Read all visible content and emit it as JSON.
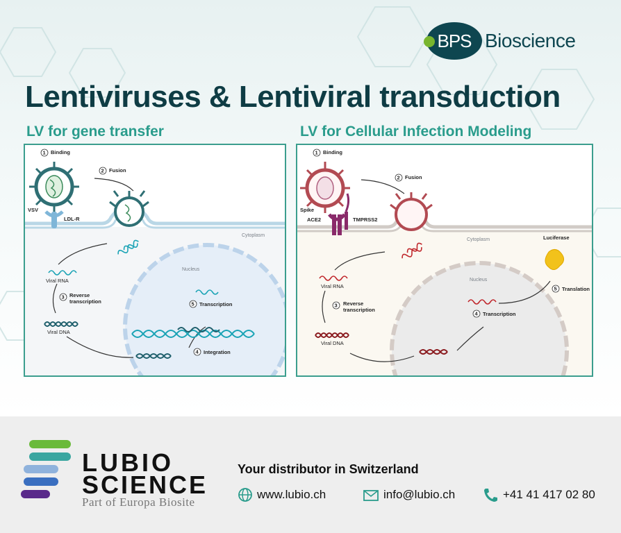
{
  "brand": {
    "bps_mark": "BPS",
    "bps_word": "Bioscience"
  },
  "title": "Lentiviruses & Lentiviral transduction",
  "panels": [
    {
      "heading": "LV for gene transfer",
      "labels": {
        "binding": "Binding",
        "fusion": "Fusion",
        "vsv": "VSV",
        "receptor": "LDL-R",
        "cytoplasm": "Cytoplasm",
        "nucleus": "Nucleus",
        "viral_rna": "Viral RNA",
        "reverse_1": "Reverse",
        "reverse_2": "transcription",
        "viral_dna": "Viral DNA",
        "transcription": "Transcription",
        "integration": "Integration"
      },
      "steps": [
        "1",
        "2",
        "3",
        "4",
        "5"
      ]
    },
    {
      "heading": "LV for Cellular Infection Modeling",
      "labels": {
        "binding": "Binding",
        "fusion": "Fusion",
        "spike": "Spike",
        "ace2": "ACE2",
        "tmprss2": "TMPRSS2",
        "cytoplasm": "Cytoplasm",
        "nucleus": "Nucleus",
        "viral_rna": "Viral RNA",
        "reverse_1": "Reverse",
        "reverse_2": "transcription",
        "viral_dna": "Viral DNA",
        "transcription": "Transcription",
        "translation": "Translation",
        "luciferase": "Luciferase"
      },
      "steps": [
        "1",
        "2",
        "3",
        "4",
        "5"
      ]
    }
  ],
  "footer": {
    "lubio_1": "LUBIO",
    "lubio_2": "SCIENCE",
    "tagline": "Part of Europa Biosite",
    "distributor": "Your distributor in Switzerland",
    "website": "www.lubio.ch",
    "email": "info@lubio.ch",
    "phone": "+41 41 417 02 80"
  },
  "colors": {
    "title": "#0e3c44",
    "heading": "#2a9c8c",
    "panel_border": "#3b9e8e",
    "lv_virus": "#2f6f74",
    "cov_virus": "#b24a52",
    "rna_teal": "#1aa3b5",
    "rna_red": "#c0262b",
    "lubio_green": "#6aba3a",
    "lubio_purple": "#5a2a8a"
  }
}
